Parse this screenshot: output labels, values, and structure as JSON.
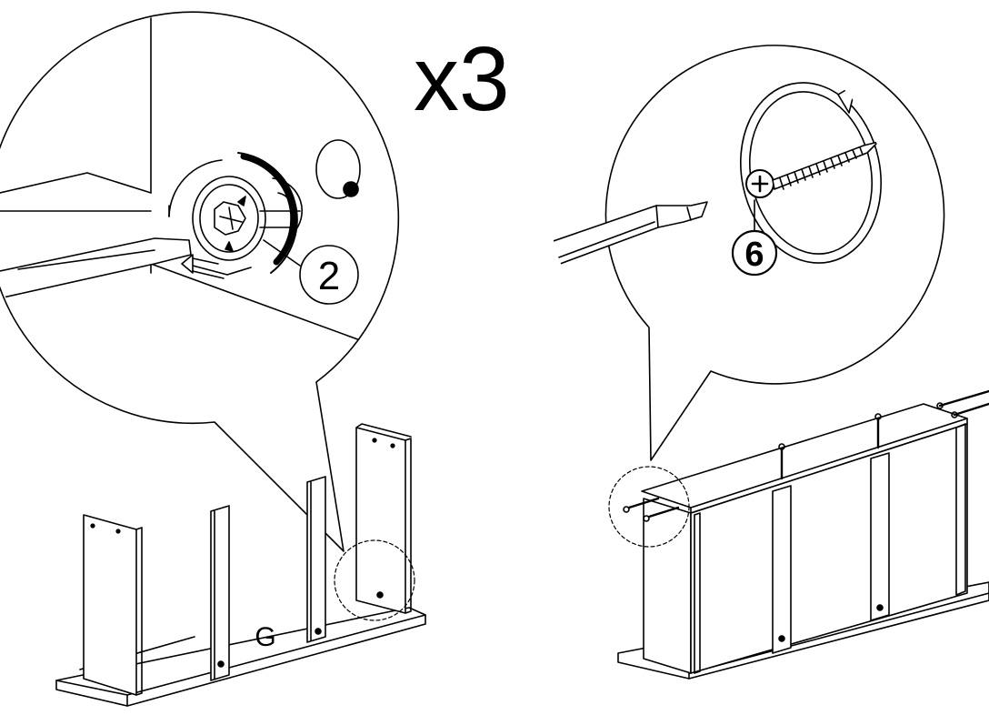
{
  "instruction": {
    "repeat_count": "x3",
    "left_part_label": "G",
    "left_callout_number": "2",
    "right_callout_number": "6"
  },
  "colors": {
    "ink": "#000000",
    "paper": "#ffffff"
  },
  "icons": [
    "cam-lock-icon",
    "screwdriver-flat-icon",
    "screwdriver-phillips-icon",
    "wood-screw-icon",
    "rotate-arrow-icon"
  ]
}
